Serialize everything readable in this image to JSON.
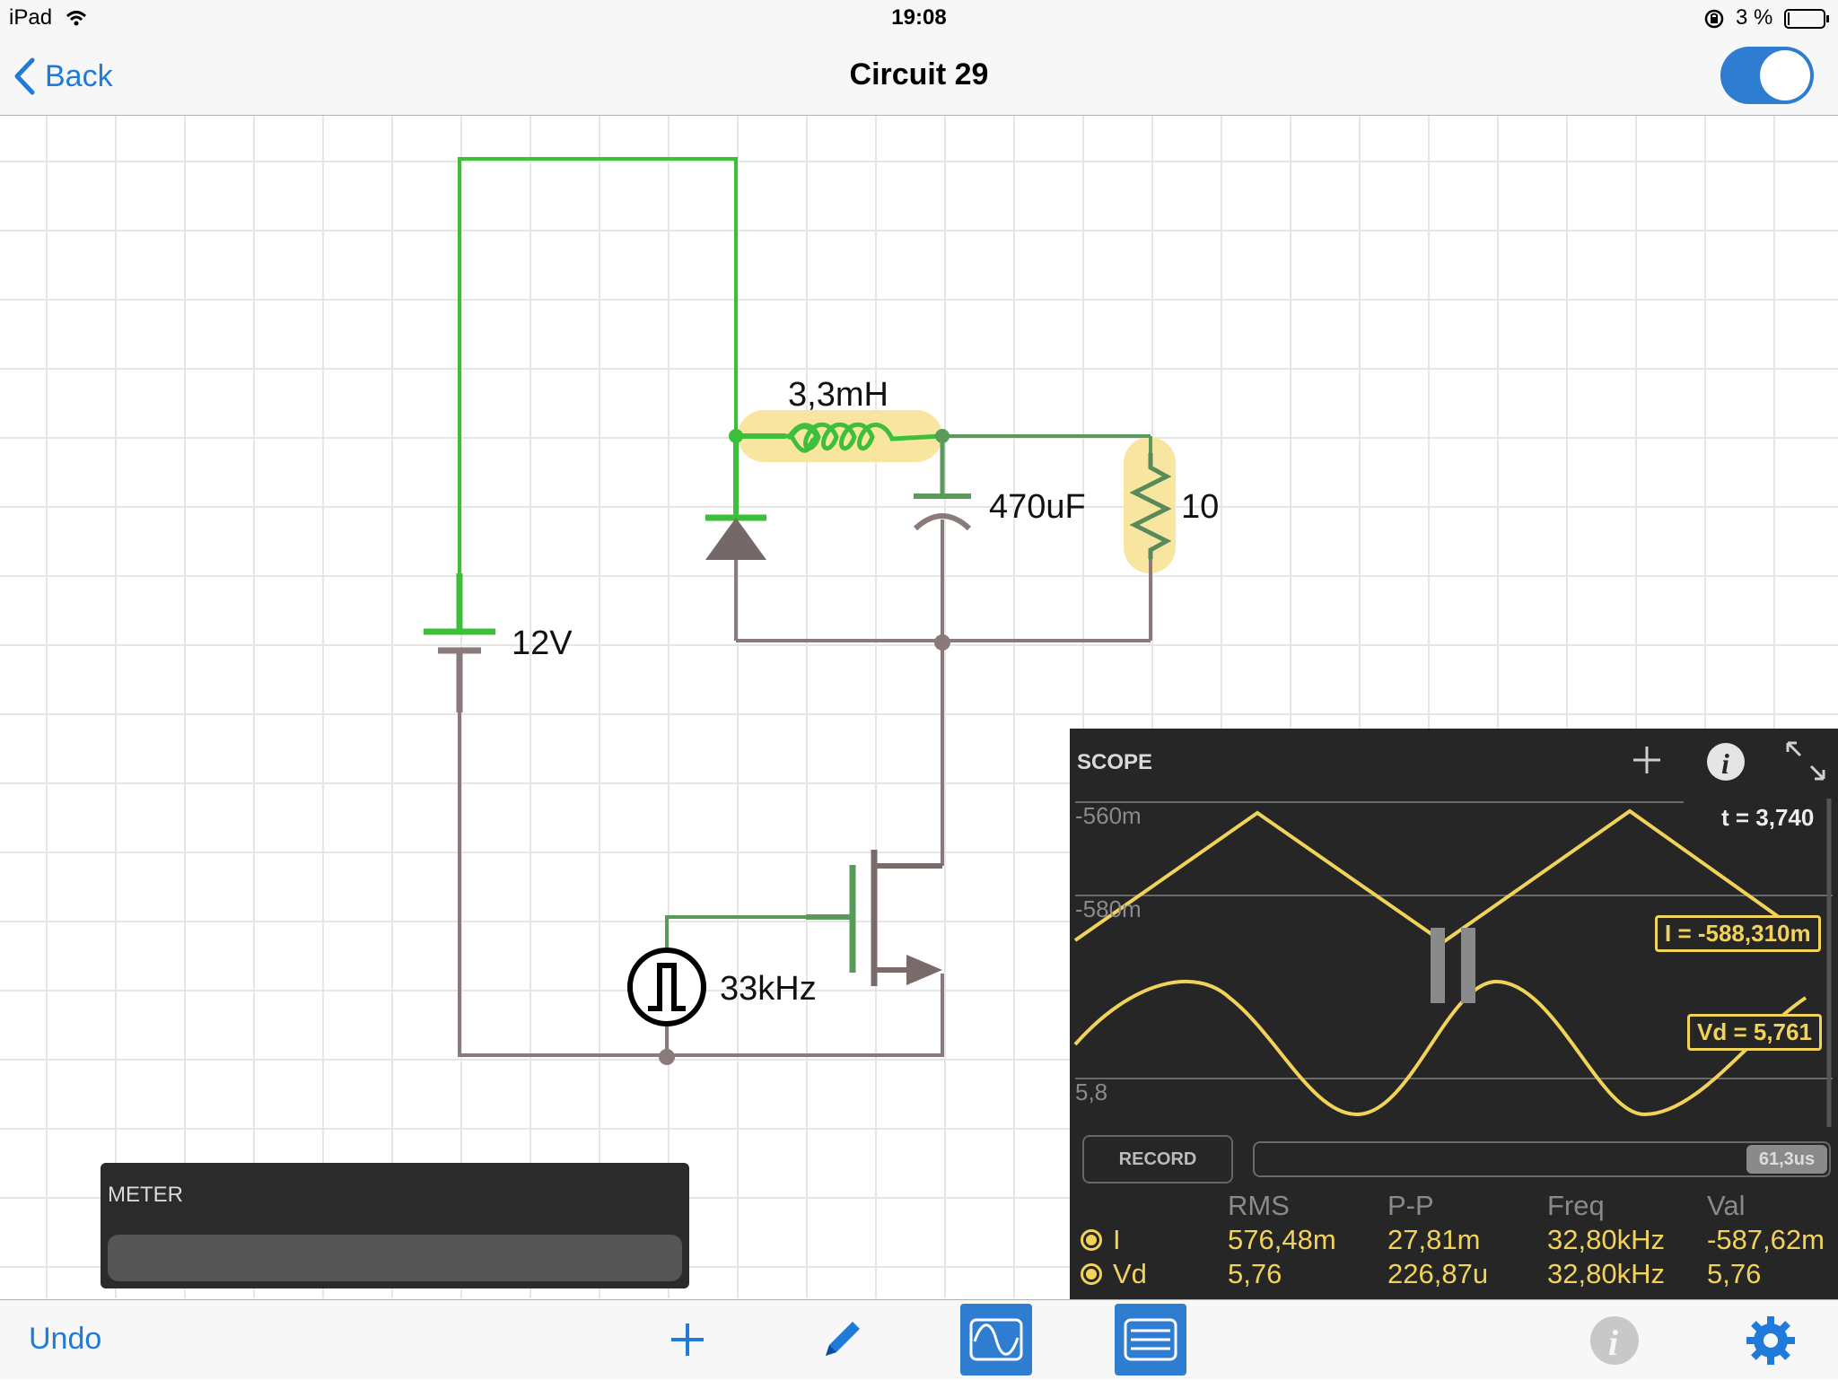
{
  "status_bar": {
    "device": "iPad",
    "time": "19:08",
    "battery": "3 %"
  },
  "nav": {
    "back_label": "Back",
    "title": "Circuit 29",
    "toggle_on": true
  },
  "circuit": {
    "inductor_label": "3,3mH",
    "capacitor_label": "470uF",
    "resistor_label": "10",
    "battery_label": "12V",
    "source_label": "33kHz"
  },
  "meter": {
    "title": "METER"
  },
  "scope": {
    "title": "SCOPE",
    "axis_labels": [
      "-560m",
      "-580m",
      "5,8"
    ],
    "time_label": "t = 3,740",
    "current_readout": "I = -588,310m",
    "voltage_readout": "Vd = 5,761",
    "record_label": "RECORD",
    "timebase": "61,3us",
    "columns": [
      "RMS",
      "P-P",
      "Freq",
      "Val"
    ],
    "rows": [
      {
        "name": "I",
        "rms": "576,48m",
        "pp": "27,81m",
        "freq": "32,80kHz",
        "val": "-587,62m"
      },
      {
        "name": "Vd",
        "rms": "5,76",
        "pp": "226,87u",
        "freq": "32,80kHz",
        "val": "5,76"
      }
    ],
    "trace_color": "#f2d35a"
  },
  "toolbar": {
    "undo_label": "Undo"
  },
  "colors": {
    "accent": "#2f7dd0",
    "wire_active": "#3cc03c",
    "wire_inactive": "#8a7a7a",
    "highlight": "#f8e6a0"
  }
}
